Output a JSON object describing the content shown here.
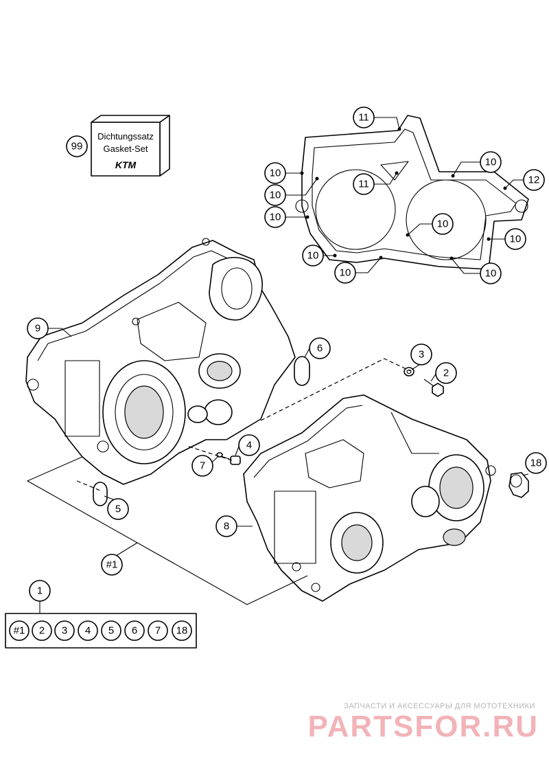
{
  "kit_box": {
    "line1": "Dichtungssatz",
    "line2": "Gasket-Set",
    "logo": "KTM"
  },
  "callouts": {
    "c99": "99",
    "c11a": "11",
    "c11b": "11",
    "c10a": "10",
    "c10b": "10",
    "c10c": "10",
    "c10d": "10",
    "c10e": "10",
    "c10f": "10",
    "c10g": "10",
    "c10h": "10",
    "c10i": "10",
    "c12": "12",
    "c9": "9",
    "c6": "6",
    "c3": "3",
    "c2": "2",
    "c4": "4",
    "c7": "7",
    "c5": "5",
    "c18": "18",
    "c8": "8",
    "c_set": "#1",
    "c1": "1"
  },
  "kit_list": [
    "#1",
    "2",
    "3",
    "4",
    "5",
    "6",
    "7",
    "18"
  ],
  "watermark": {
    "tagline": "ЗАПЧАСТИ И АКСЕССУАРЫ ДЛЯ МОТОТЕХНИКИ",
    "brand": "PARTSFOR.RU"
  },
  "colors": {
    "line": "#000000",
    "watermark_brand": "#f2b3b8",
    "watermark_tagline": "#b5b5b5"
  }
}
